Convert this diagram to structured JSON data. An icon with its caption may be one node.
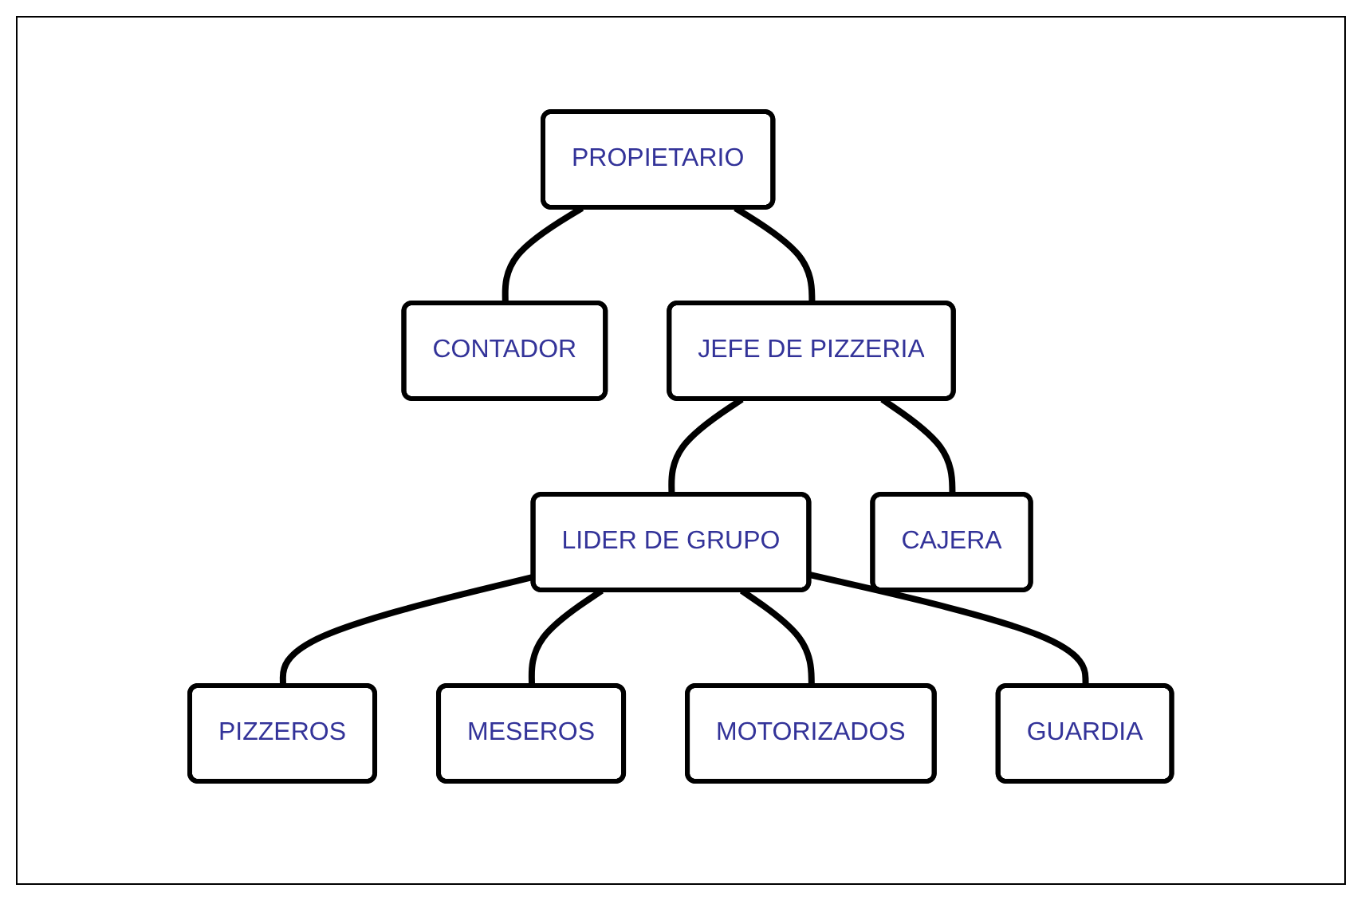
{
  "diagram": {
    "nodes": [
      {
        "text": [
          "PROPIETARIO"
        ]
      },
      {
        "text": [
          "CONTADOR"
        ]
      },
      {
        "text": [
          "JEFE DE PIZZERIA"
        ]
      },
      {
        "text": [
          "LIDER DE GRUPO"
        ]
      },
      {
        "text": [
          "CAJERA"
        ]
      },
      {
        "text": [
          "PIZZEROS"
        ]
      },
      {
        "text": [
          "MESEROS"
        ]
      },
      {
        "text": [
          "MOTORIZADOS"
        ]
      },
      {
        "text": [
          "GUARDIA"
        ]
      }
    ],
    "edges": [
      {
        "from": 0,
        "to": 1,
        "arrow": "none"
      },
      {
        "from": 0,
        "to": 2,
        "arrow": "none"
      },
      {
        "from": 2,
        "to": 3,
        "arrow": "none"
      },
      {
        "from": 2,
        "to": 4,
        "arrow": "none"
      },
      {
        "from": 3,
        "to": 5,
        "arrow": "none"
      },
      {
        "from": 3,
        "to": 6,
        "arrow": "none"
      },
      {
        "from": 3,
        "to": 7,
        "arrow": "none"
      },
      {
        "from": 3,
        "to": 8,
        "arrow": "none"
      }
    ]
  }
}
